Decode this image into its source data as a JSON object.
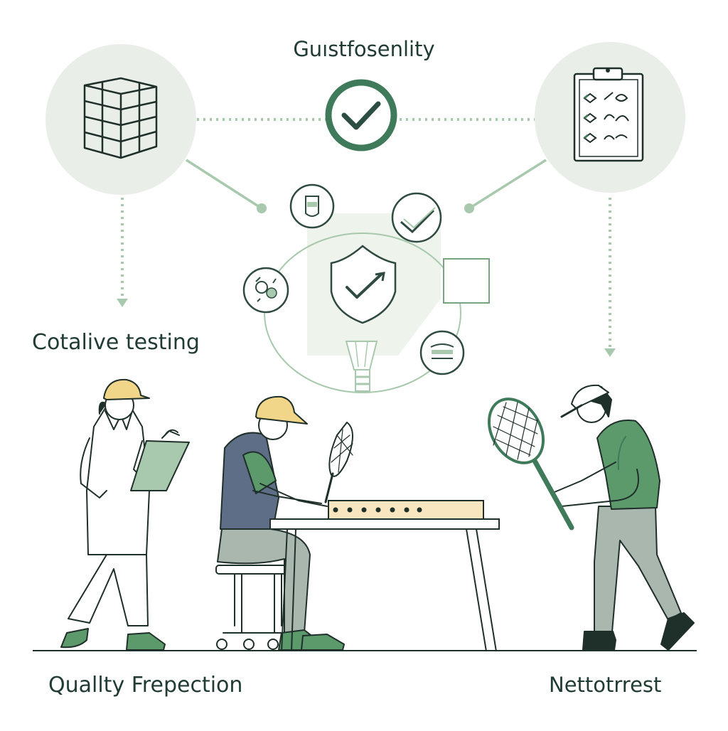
{
  "labels": {
    "top_title": "Guıstfosenlity",
    "left_label": "Cotalive testing",
    "bottom_left": "Quallty Frepection",
    "bottom_right": "Nettotrrest"
  },
  "colors": {
    "dark_green": "#3f7a5a",
    "mid_green": "#5c9a6c",
    "light_green": "#a8c9ad",
    "pale_green": "#e9efe8",
    "ink": "#1f2f2a",
    "cap_yellow": "#f1d68a",
    "shirt_slate": "#5f6e87",
    "pants_grey": "#a9b7ae",
    "bench_tan": "#f7e6bf"
  }
}
